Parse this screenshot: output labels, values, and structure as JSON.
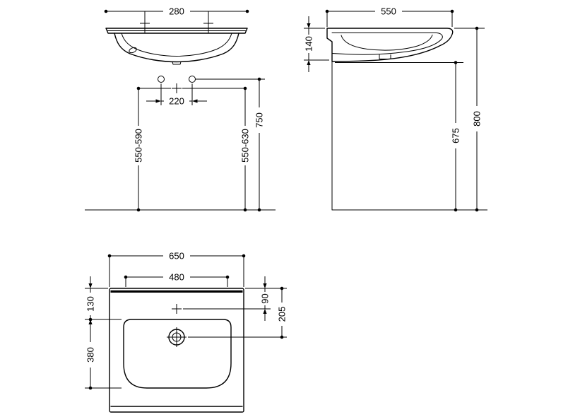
{
  "drawing": {
    "background_color": "#ffffff",
    "line_color": "#000000"
  },
  "views": {
    "front": {
      "dims": {
        "d280": "280",
        "d220": "220",
        "d550_590": "550-590",
        "d550_630": "550-630",
        "d750": "750"
      }
    },
    "side": {
      "dims": {
        "d550": "550",
        "d140": "140",
        "d675": "675",
        "d800": "800"
      }
    },
    "plan": {
      "dims": {
        "d650": "650",
        "d480": "480",
        "d130": "130",
        "d380": "380",
        "d90": "90",
        "d205": "205"
      }
    }
  }
}
